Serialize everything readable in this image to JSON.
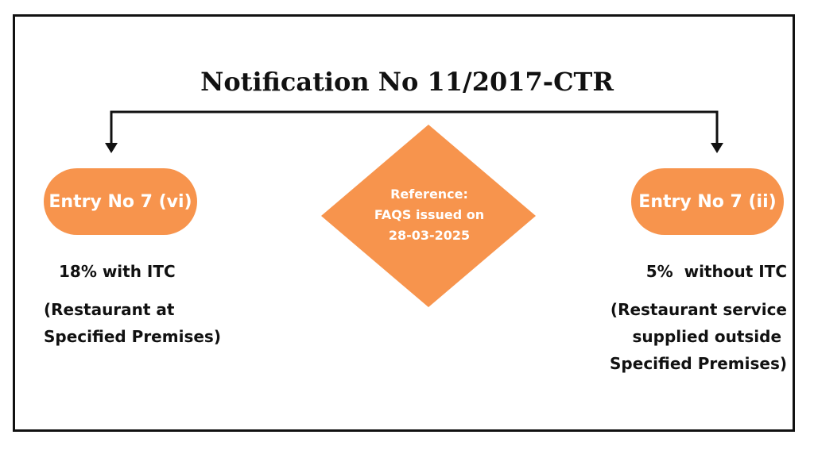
{
  "title": "Notification No 11/2017-CTR",
  "colors": {
    "orange": "#F7944D",
    "ink": "#111111",
    "background": "#FFFFFF"
  },
  "left": {
    "entry": "Entry No 7 (vi)",
    "rate": "18% with ITC",
    "description": [
      "(Restaurant at",
      "Specified Premises)"
    ]
  },
  "center": {
    "lines": [
      "Reference:",
      "FAQS issued on",
      "28-03-2025"
    ]
  },
  "right": {
    "entry": "Entry No 7 (ii)",
    "rate": "5%  without ITC",
    "description": [
      "(Restaurant service",
      "supplied outside ",
      "Specified Premises)"
    ]
  }
}
